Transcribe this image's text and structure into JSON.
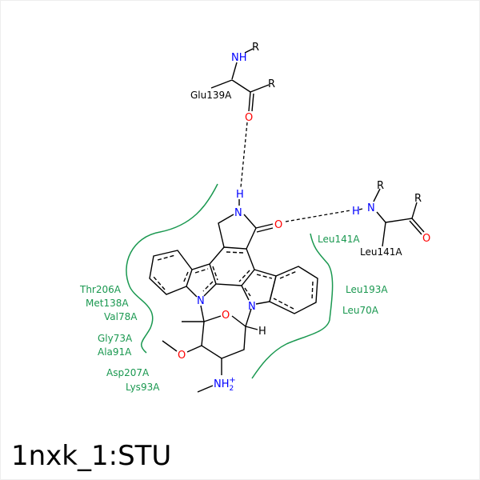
{
  "title": "1nxk_1:STU",
  "atoms": {
    "nh_top": "NH",
    "r_top1": "R",
    "r_top2": "R",
    "o_top": "O",
    "h_lactam": "H",
    "n_lactam": "N",
    "o_lactam": "O",
    "n_left": "N",
    "n_right": "N",
    "o_sugar": "O",
    "h_sugar": "H",
    "o_methoxy": "O",
    "nh2": "NH",
    "nh2_sub": "2",
    "nh2_charge": "+",
    "h_right": "H",
    "n_right_res": "N",
    "r_right1": "R",
    "r_right2": "R",
    "o_right": "O"
  },
  "residue_labels": {
    "glu139": "Glu139A",
    "leu141_black": "Leu141A"
  },
  "hydrophobic_labels": {
    "left": [
      "Thr206A",
      "Met138A",
      "Val78A",
      "Gly73A",
      "Ala91A",
      "Asp207A",
      "Lys93A"
    ],
    "right": [
      "Leu141A",
      "Leu193A",
      "Leu70A"
    ]
  },
  "colors": {
    "hydrophobic": "#1a9850",
    "nitrogen": "#0000ff",
    "oxygen": "#ff0000"
  }
}
